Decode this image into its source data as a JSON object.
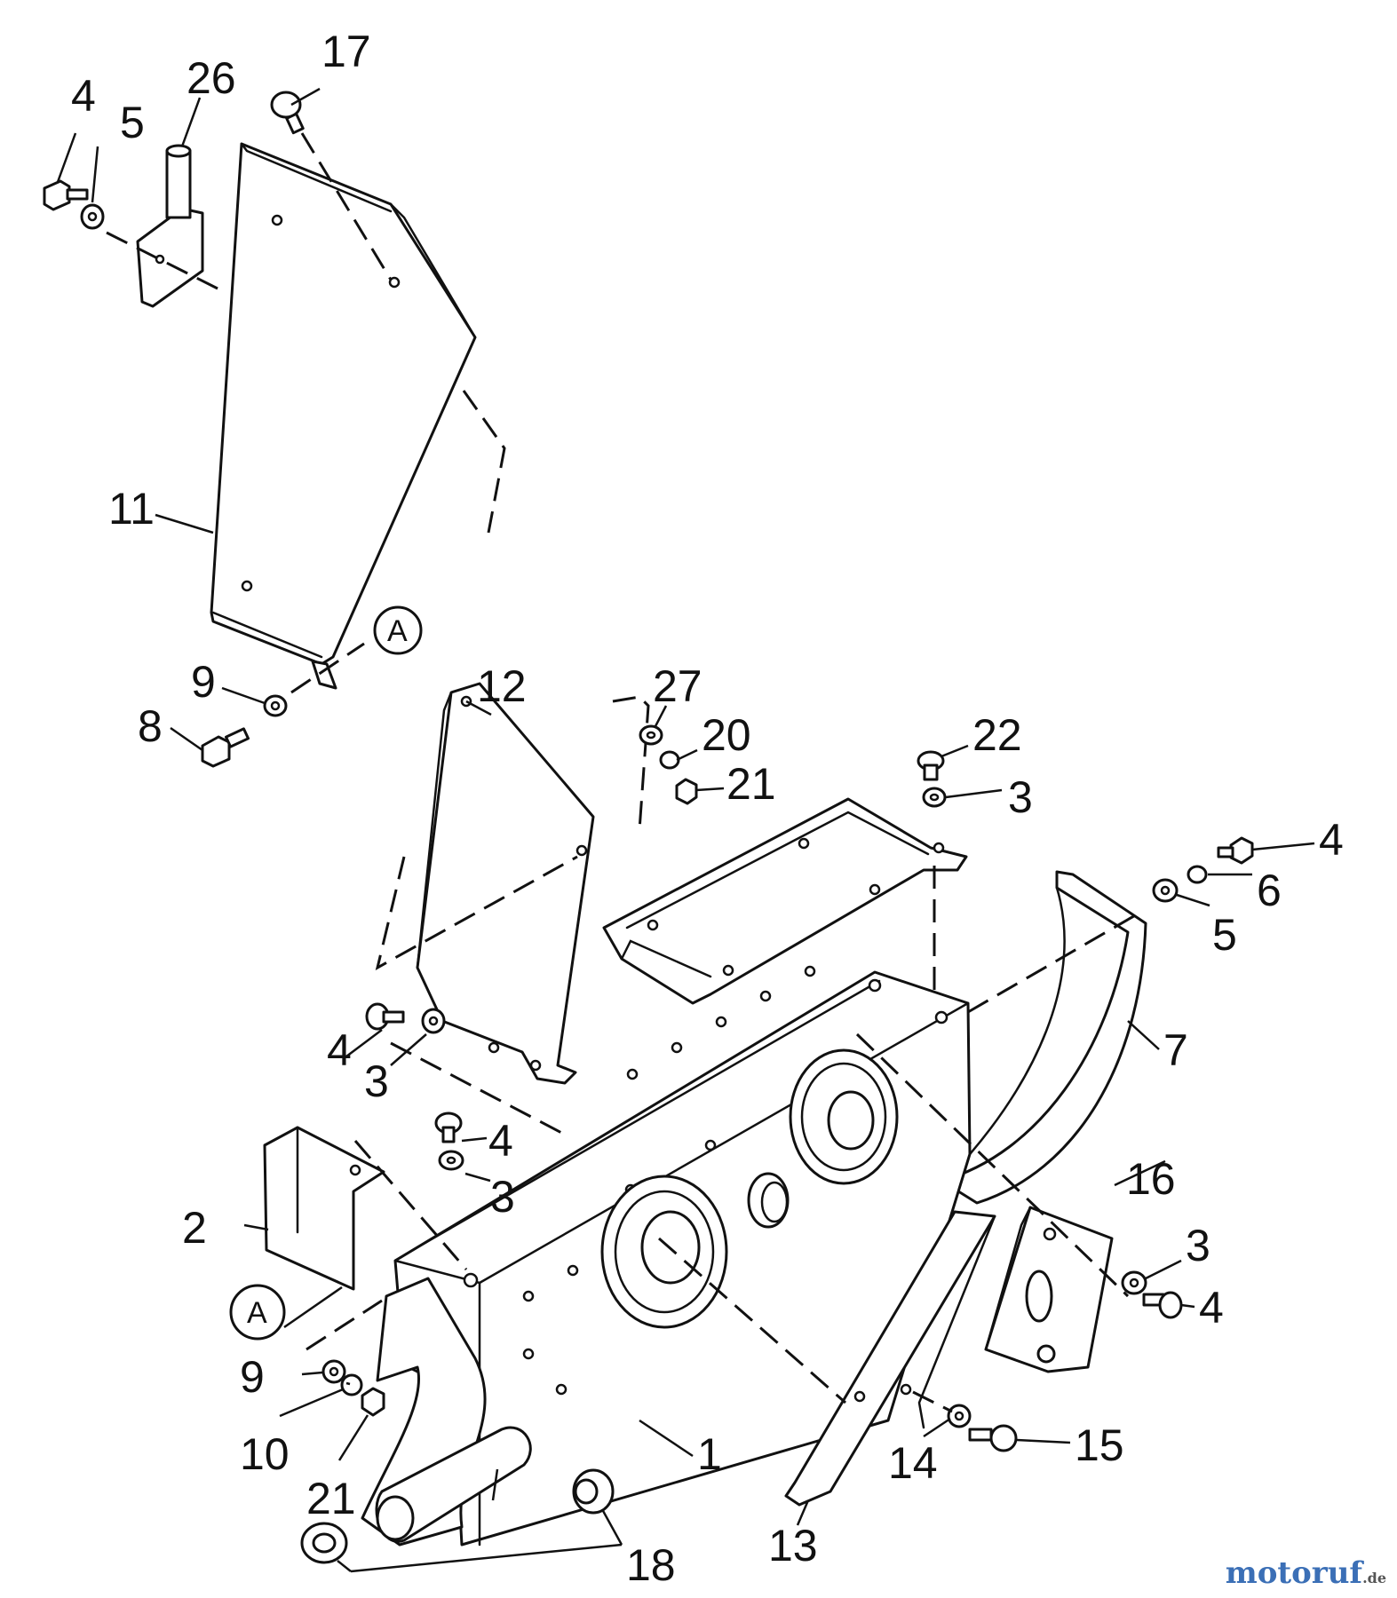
{
  "callouts": [
    "1",
    "2",
    "3",
    "4",
    "5",
    "6",
    "7",
    "8",
    "9",
    "10",
    "11",
    "12",
    "13",
    "14",
    "15",
    "16",
    "17",
    "18",
    "20",
    "21",
    "22",
    "26",
    "27"
  ],
  "reference_marks": [
    "A",
    "A"
  ],
  "watermark": {
    "name": "motoruf",
    "suffix": ".de"
  }
}
